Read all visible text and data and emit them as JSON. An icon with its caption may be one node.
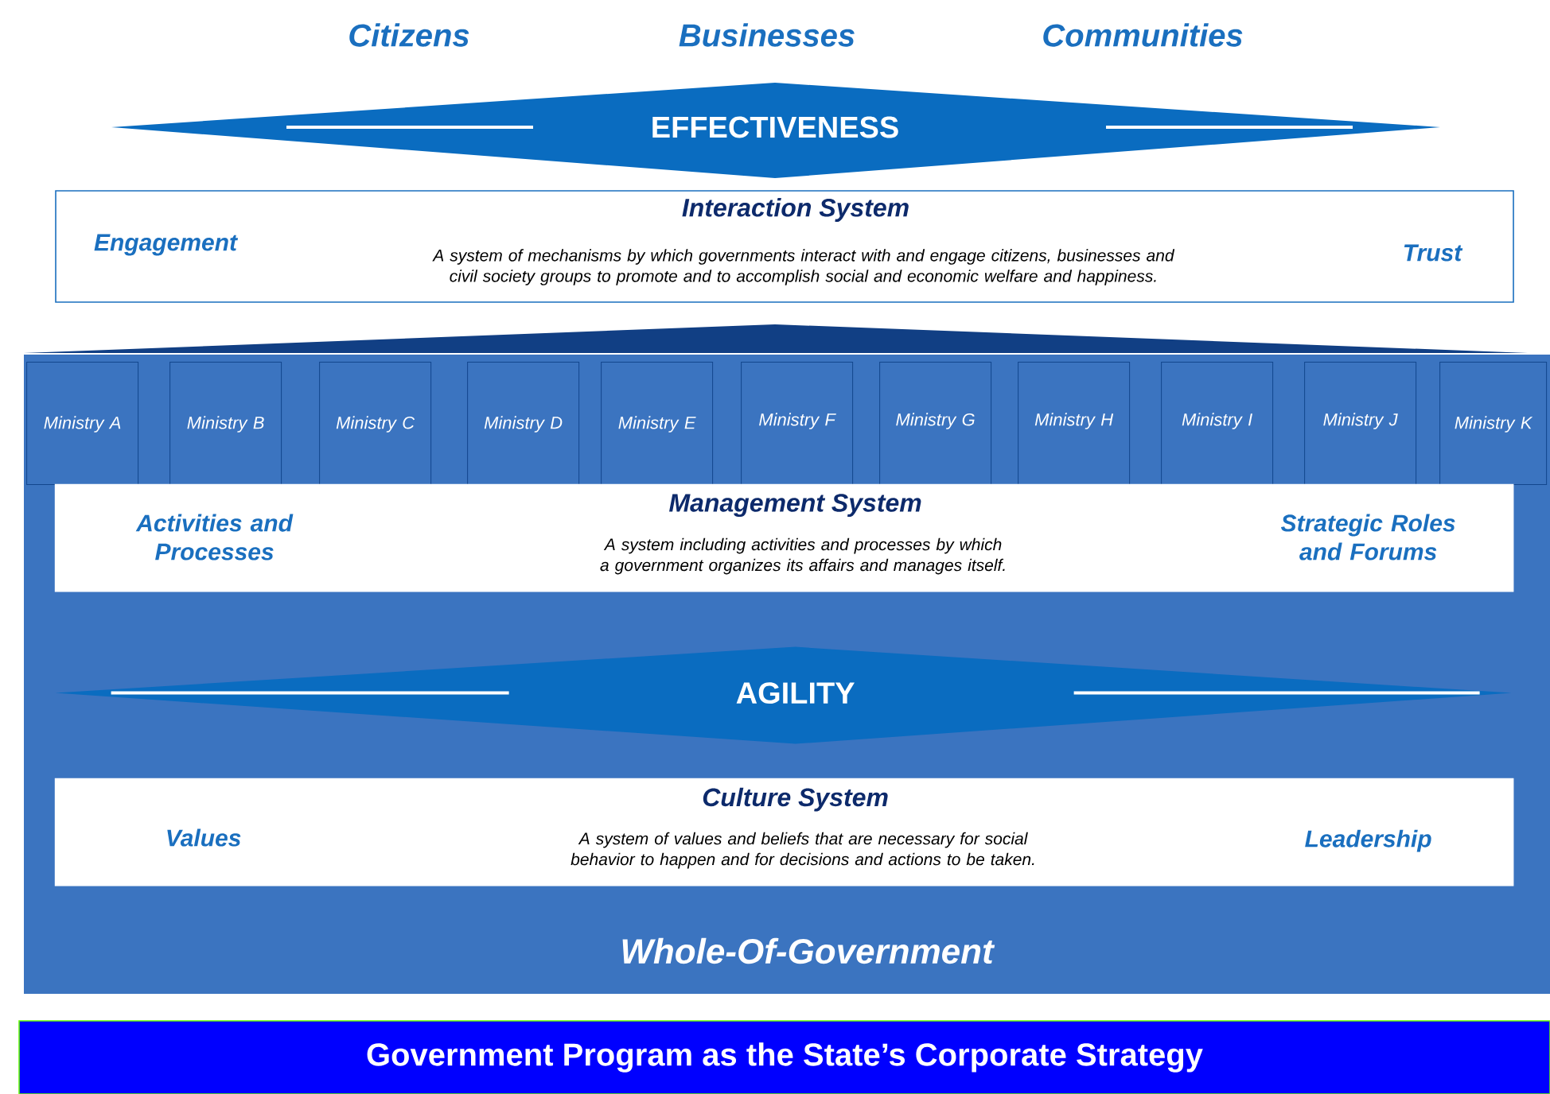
{
  "diagram": {
    "nodes": [
      {
        "text": [
          "EFFECTIVENESS"
        ]
      },
      {
        "text": [
          "Engagement",
          "Interaction System",
          "A system of mechanisms by which governments interact with and engage citizens, businesses and civil society groups to promote and to accomplish social and economic welfare and happiness.",
          "Trust"
        ]
      },
      {
        "text": [
          "Whole-Of-Government"
        ]
      },
      {
        "text": [
          "Ministry A"
        ],
        "in": 2
      },
      {
        "text": [
          "Ministry B"
        ],
        "in": 2
      },
      {
        "text": [
          "Ministry C"
        ],
        "in": 2
      },
      {
        "text": [
          "Ministry D"
        ],
        "in": 2
      },
      {
        "text": [
          "Ministry E"
        ],
        "in": 2
      },
      {
        "text": [
          "Ministry F"
        ],
        "in": 2
      },
      {
        "text": [
          "Ministry G"
        ],
        "in": 2
      },
      {
        "text": [
          "Ministry H"
        ],
        "in": 2
      },
      {
        "text": [
          "Ministry I"
        ],
        "in": 2
      },
      {
        "text": [
          "Ministry J"
        ],
        "in": 2
      },
      {
        "text": [
          "Ministry K"
        ],
        "in": 2
      },
      {
        "text": [
          "Activities and Processes",
          "Management System",
          "A system including activities and processes by which a government organizes its affairs and manages itself.",
          "Strategic Roles and Forums"
        ],
        "in": 2
      },
      {
        "text": [
          "AGILITY"
        ],
        "in": 2
      },
      {
        "text": [
          "Values",
          "Culture  System",
          "A system of values and beliefs that are necessary for social behavior to happen and for decisions and actions to be taken.",
          "Leadership"
        ],
        "in": 2
      },
      {
        "text": [
          "Government Program as the State’s Corporate Strategy"
        ]
      }
    ],
    "labels": [
      "Citizens",
      "Businesses",
      "Communities"
    ]
  }
}
